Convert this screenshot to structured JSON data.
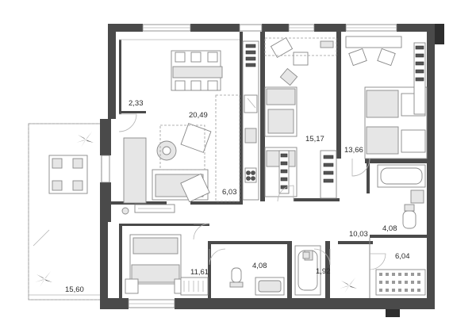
{
  "rooms": [
    {
      "id": "storage",
      "area": "2,33"
    },
    {
      "id": "living-room",
      "area": "20,49"
    },
    {
      "id": "kitchen",
      "area": "6,03"
    },
    {
      "id": "bedroom-middle",
      "area": "15,17"
    },
    {
      "id": "bedroom-right",
      "area": "13,66"
    },
    {
      "id": "hallway",
      "area": "10,03"
    },
    {
      "id": "bathroom-right",
      "area": "4,08"
    },
    {
      "id": "bathroom-center",
      "area": "4,08"
    },
    {
      "id": "toilet",
      "area": "1,92"
    },
    {
      "id": "laundry",
      "area": "6,04"
    },
    {
      "id": "bedroom-bottom",
      "area": "11,61"
    },
    {
      "id": "balcony",
      "area": "15,60"
    }
  ],
  "colors": {
    "walls": "#4a4a4a",
    "furniture_fill": "#e6e6e6",
    "text": "#2b2b2b"
  }
}
